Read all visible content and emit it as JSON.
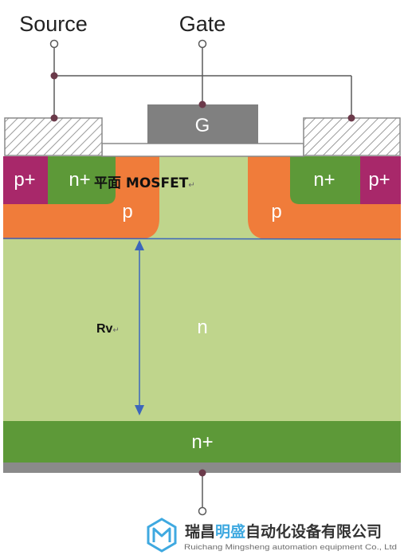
{
  "terminals": {
    "source": "Source",
    "gate": "Gate",
    "gate_pad": "G"
  },
  "regions": {
    "p_plus_left": "p+",
    "n_plus_left": "n+",
    "p_left": "p",
    "p_right": "p",
    "n_plus_right": "n+",
    "p_plus_right": "p+",
    "n_drift": "n",
    "n_plus_substrate": "n+"
  },
  "annotations": {
    "title": "平面 MOSFET",
    "title_mark": "↵",
    "resistance": "Rv",
    "resistance_mark": "↵"
  },
  "footer": {
    "company_cn_a": "瑞昌",
    "company_cn_b": "明盛",
    "company_cn_c": "自动化设备有限公司",
    "company_en": "Ruichang Mingsheng automation equipment Co., Ltd"
  },
  "colors": {
    "p_plus": "#a8286a",
    "n_plus": "#5d9938",
    "p_well": "#f07c3a",
    "n_drift": "#bfd58c",
    "gate": "#808080",
    "arrow": "#3c66bb",
    "logo_blue": "#3fa9e0"
  }
}
